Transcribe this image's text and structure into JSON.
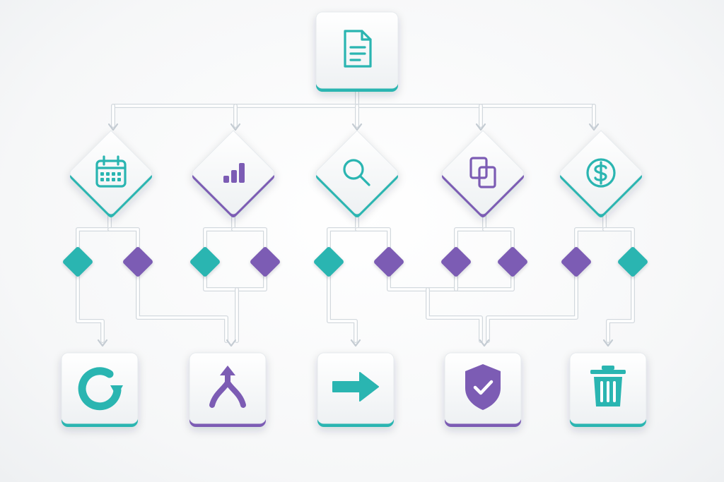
{
  "colors": {
    "teal": "#2ab5b1",
    "purple": "#7b5cb4",
    "node_face": "#f7f9fa",
    "connector": "#ffffff",
    "connector_edge": "#d3d9de"
  },
  "diagram": {
    "root": {
      "icon": "document-icon",
      "accent": "teal"
    },
    "decisions": [
      {
        "icon": "calendar-icon",
        "accent": "teal"
      },
      {
        "icon": "bar-chart-icon",
        "accent": "purple"
      },
      {
        "icon": "search-icon",
        "accent": "teal"
      },
      {
        "icon": "copy-icon",
        "accent": "purple"
      },
      {
        "icon": "dollar-icon",
        "accent": "teal"
      }
    ],
    "branches": [
      {
        "accent": "teal"
      },
      {
        "accent": "purple"
      },
      {
        "accent": "teal"
      },
      {
        "accent": "purple"
      },
      {
        "accent": "teal"
      },
      {
        "accent": "purple"
      },
      {
        "accent": "purple"
      },
      {
        "accent": "purple"
      },
      {
        "accent": "purple"
      },
      {
        "accent": "teal"
      }
    ],
    "outcomes": [
      {
        "icon": "refresh-icon",
        "accent": "teal"
      },
      {
        "icon": "merge-icon",
        "accent": "purple"
      },
      {
        "icon": "arrow-right-icon",
        "accent": "teal"
      },
      {
        "icon": "shield-check-icon",
        "accent": "purple"
      },
      {
        "icon": "trash-icon",
        "accent": "teal"
      }
    ]
  }
}
